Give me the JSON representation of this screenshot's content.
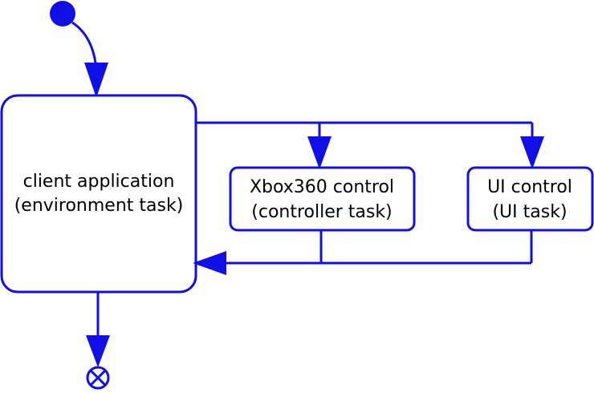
{
  "colors": {
    "stroke": "#1010e6",
    "text": "#000000",
    "background": "#ffffff"
  },
  "nodes": {
    "client": {
      "line1": "client application",
      "line2": "(environment task)"
    },
    "xbox": {
      "line1": "Xbox360 control",
      "line2": "(controller task)"
    },
    "ui": {
      "line1": "UI control",
      "line2": "(UI task)"
    }
  }
}
